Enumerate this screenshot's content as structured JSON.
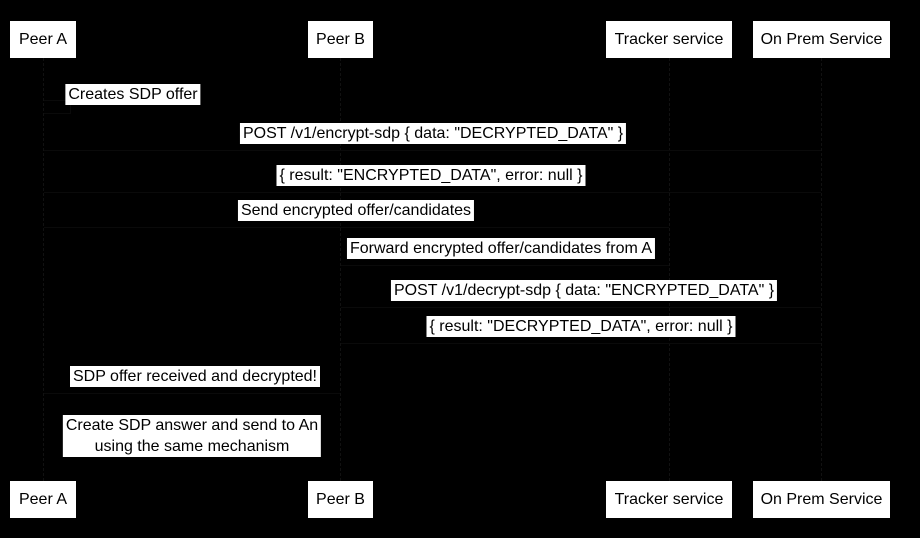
{
  "diagram": {
    "kind": "sequence-diagram",
    "colors": {
      "background": "#000000",
      "box_fill": "#ffffff",
      "box_text": "#000000"
    },
    "participants": [
      {
        "label": "Peer A"
      },
      {
        "label": "Peer B"
      },
      {
        "label": "Tracker service"
      },
      {
        "label": "On Prem Service"
      }
    ],
    "messages": [
      {
        "type": "self",
        "from": "Peer A",
        "to": "Peer A",
        "text": "Creates SDP offer"
      },
      {
        "type": "call",
        "from": "Peer A",
        "to": "On Prem Service",
        "text": "POST /v1/encrypt-sdp { data: \"DECRYPTED_DATA\" }"
      },
      {
        "type": "reply",
        "from": "On Prem Service",
        "to": "Peer A",
        "text": "{ result: \"ENCRYPTED_DATA\", error: null }"
      },
      {
        "type": "call",
        "from": "Peer A",
        "to": "Tracker service",
        "text": "Send encrypted offer/candidates"
      },
      {
        "type": "call",
        "from": "Tracker service",
        "to": "Peer B",
        "text": "Forward encrypted offer/candidates from A"
      },
      {
        "type": "call",
        "from": "Peer B",
        "to": "On Prem Service",
        "text": "POST /v1/decrypt-sdp { data: \"ENCRYPTED_DATA\" }"
      },
      {
        "type": "reply",
        "from": "On Prem Service",
        "to": "Peer B",
        "text": "{ result: \"DECRYPTED_DATA\", error: null }"
      },
      {
        "type": "call",
        "from": "Peer B",
        "to": "Peer A",
        "text": "SDP offer received and decrypted!"
      },
      {
        "type": "note",
        "over": "Peer A, Peer B",
        "text": "Create SDP answer and send to An\nusing the same mechanism"
      }
    ]
  }
}
